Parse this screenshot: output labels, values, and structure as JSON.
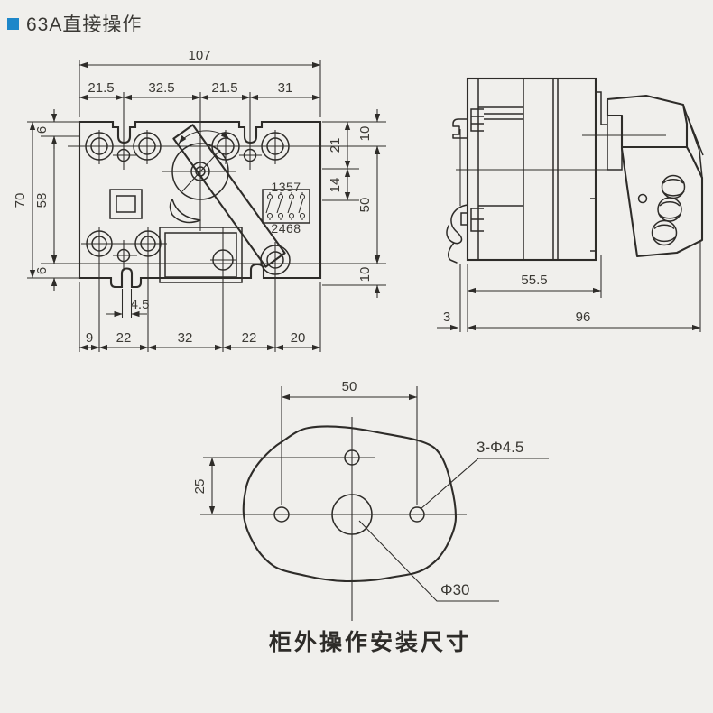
{
  "title": {
    "text": "63A直接操作"
  },
  "caption": "柜外操作安装尺寸",
  "colors": {
    "accent": "#1e87c9",
    "line": "#2e2c29",
    "background": "#f0efec",
    "text": "#3b3934"
  },
  "front": {
    "d107": "107",
    "t1": "21.5",
    "t2": "32.5",
    "t3": "21.5",
    "t4": "31",
    "l70": "70",
    "l58": "58",
    "l6t": "6",
    "l6b": "6",
    "r21": "21",
    "r14": "14",
    "r10t": "10",
    "r50": "50",
    "r10b": "10",
    "b9": "9",
    "b22a": "22",
    "b32": "32",
    "b22b": "22",
    "b20": "20",
    "slot": "4.5",
    "contacts_top": "1357",
    "contacts_bottom": "2468"
  },
  "side": {
    "d555": "55.5",
    "d3": "3",
    "d96": "96"
  },
  "cutout": {
    "d50": "50",
    "d25": "25",
    "holes": "3-Φ4.5",
    "center_hole": "Φ30"
  }
}
